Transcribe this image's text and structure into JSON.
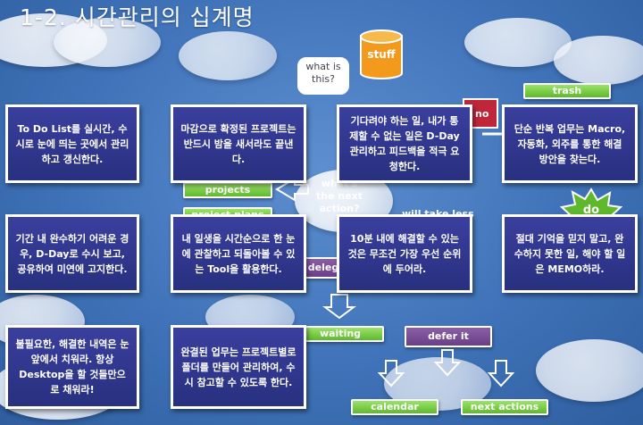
{
  "slide_title": "1-2. 시간관리의 십계명",
  "diagram": {
    "stuff": "stuff",
    "what_is_this": "what is\nthis?",
    "trash": "trash",
    "no": "no",
    "do": "do",
    "projects": "projects",
    "project_plans": "project plans",
    "whats_next": "what's\nthe next\naction?",
    "will_take_less": "will take less",
    "delegate": "deleg",
    "waiting": "waiting",
    "defer_it": "defer it",
    "calendar": "calendar",
    "next_actions": "next actions"
  },
  "rules": [
    "To Do List를 실시간, 수시로 눈에 띄는 곳에서 관리하고 갱신한다.",
    "마감으로 확정된 프로젝트는 반드시 밤을 새서라도 끝낸다.",
    "기다려야 하는 일, 내가 통제할 수 없는 일은 D-Day 관리하고 피드백을 적극 요청한다.",
    "단순 반복 업무는 Macro, 자동화, 외주를 통한 해결 방안을 찾는다.",
    "기간 내 완수하기 어려운 경우, D-Day로 수시 보고, 공유하여 미연에 고지한다.",
    "내 일생을 시간순으로 한 눈에 관찰하고 되돌아볼 수 있는 Tool을 활용한다.",
    "10분 내에 해결할 수 있는 것은 무조건 가장 우선 순위에 두어라.",
    "절대 기억을 믿지 말고, 완수하지 못한 일, 해야 할 일은 MEMO하라.",
    "불필요한, 해결한 내역은 눈 앞에서 치워라. 항상 Desktop을 할 것들만으로 채워라!",
    "완결된 업무는 프로젝트별로 폴더를 만들어 관리하여, 수시 참고할 수 있도록 한다."
  ],
  "colors": {
    "card": "#2e3590",
    "green": "#6cc33a",
    "purple": "#7a4f98",
    "red": "#c0263a",
    "orange": "#f0a020"
  }
}
